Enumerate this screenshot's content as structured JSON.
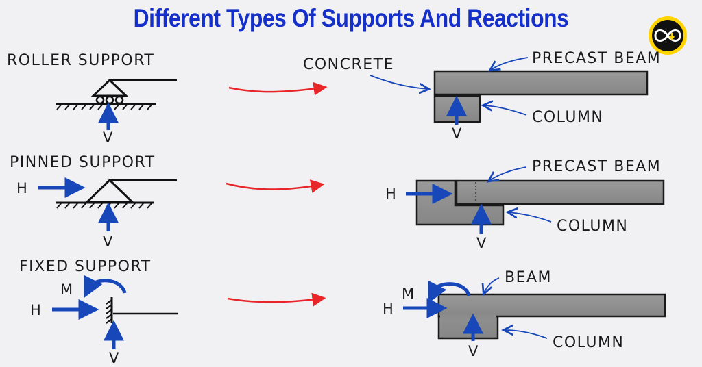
{
  "title": "Different Types Of Supports And Reactions",
  "colors": {
    "title": "#1530c8",
    "arrow_blue": "#1747b8",
    "arrow_red": "#e8262a",
    "member": "#8e8e8e"
  },
  "rows": [
    {
      "name": "ROLLER SUPPORT",
      "reactions": [
        "V"
      ],
      "model": {
        "concrete": "CONCRETE",
        "beam": "PRECAST BEAM",
        "column": "COLUMN",
        "reactions": [
          "V"
        ]
      }
    },
    {
      "name": "PINNED SUPPORT",
      "reactions": [
        "H",
        "V"
      ],
      "model": {
        "beam": "PRECAST BEAM",
        "column": "COLUMN",
        "reactions": [
          "H",
          "V"
        ]
      }
    },
    {
      "name": "FIXED SUPPORT",
      "reactions": [
        "M",
        "H",
        "V"
      ],
      "model": {
        "beam": "BEAM",
        "column": "COLUMN",
        "reactions": [
          "M",
          "H",
          "V"
        ]
      }
    }
  ],
  "logo": {
    "icon": "infinity-logo-icon"
  }
}
